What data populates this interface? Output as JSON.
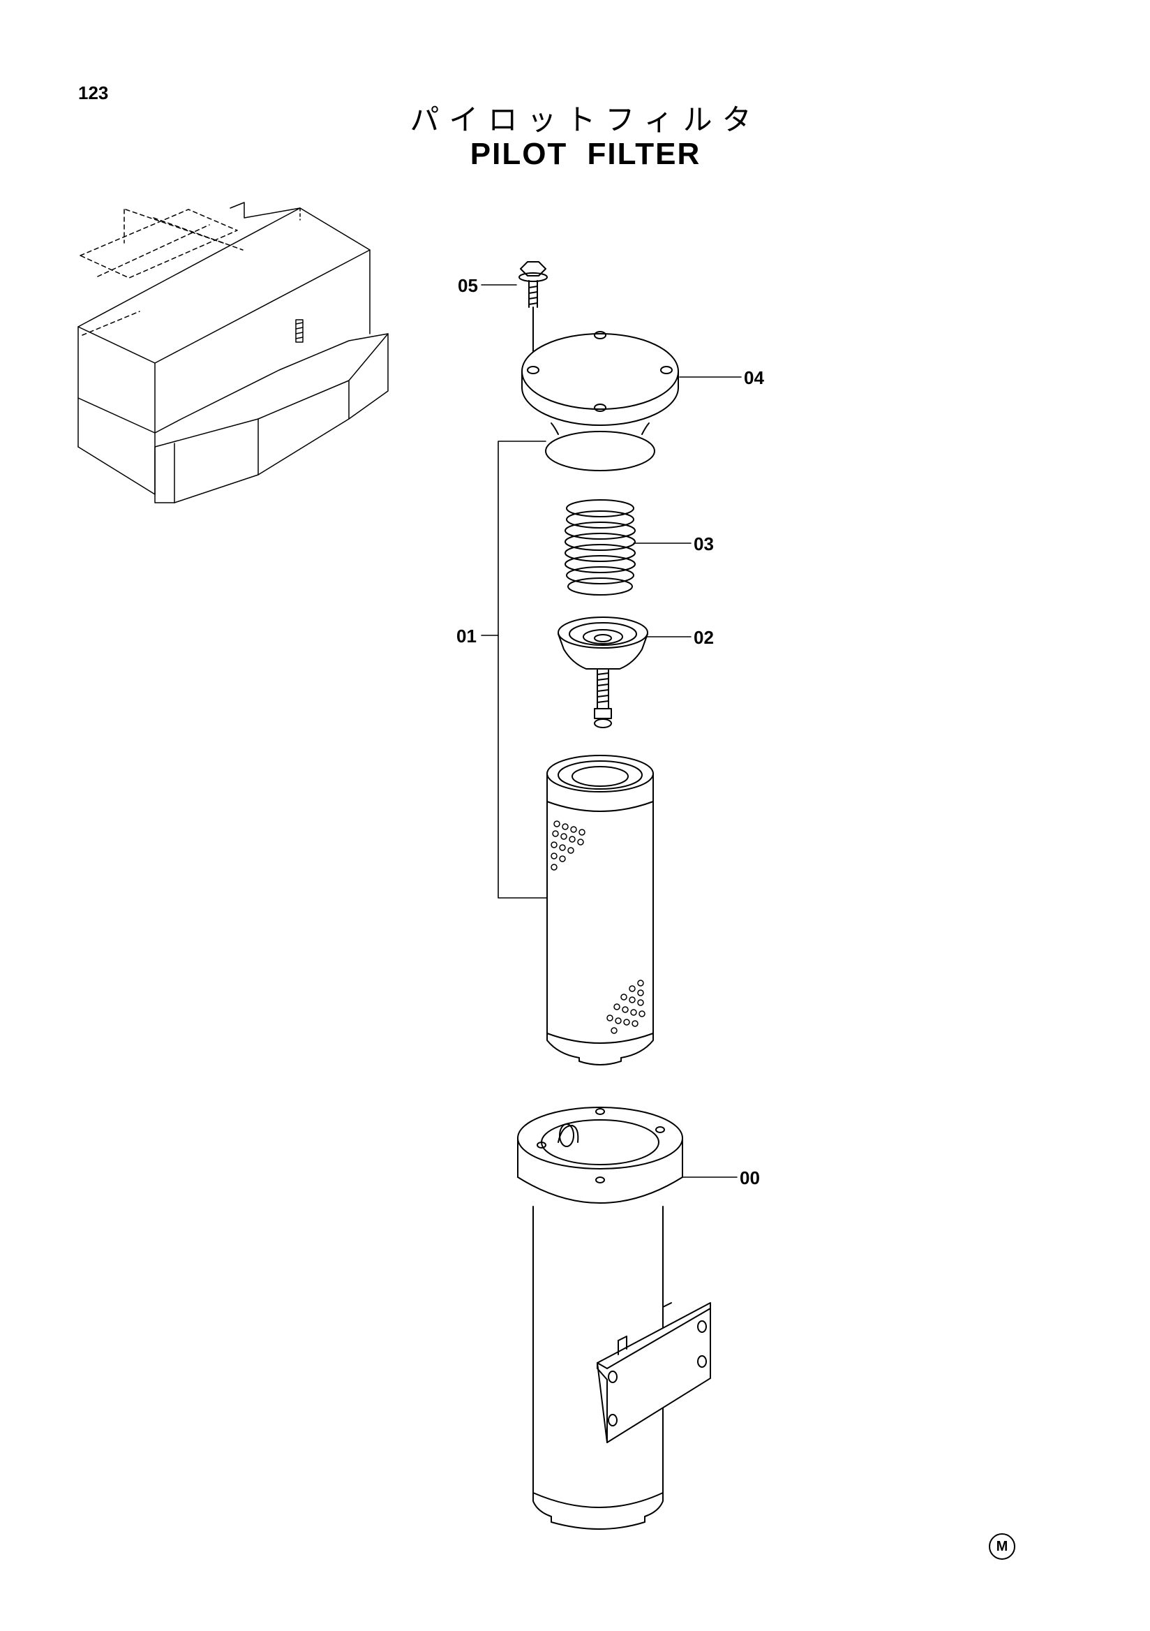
{
  "page_number": "123",
  "title_jp": "パイロットフィルタ",
  "title_en": "PILOT FILTER",
  "callouts": {
    "c00": "00",
    "c01": "01",
    "c02": "02",
    "c03": "03",
    "c04": "04",
    "c05": "05"
  },
  "corner_mark": "M",
  "colors": {
    "ink": "#000000",
    "paper": "#ffffff"
  }
}
